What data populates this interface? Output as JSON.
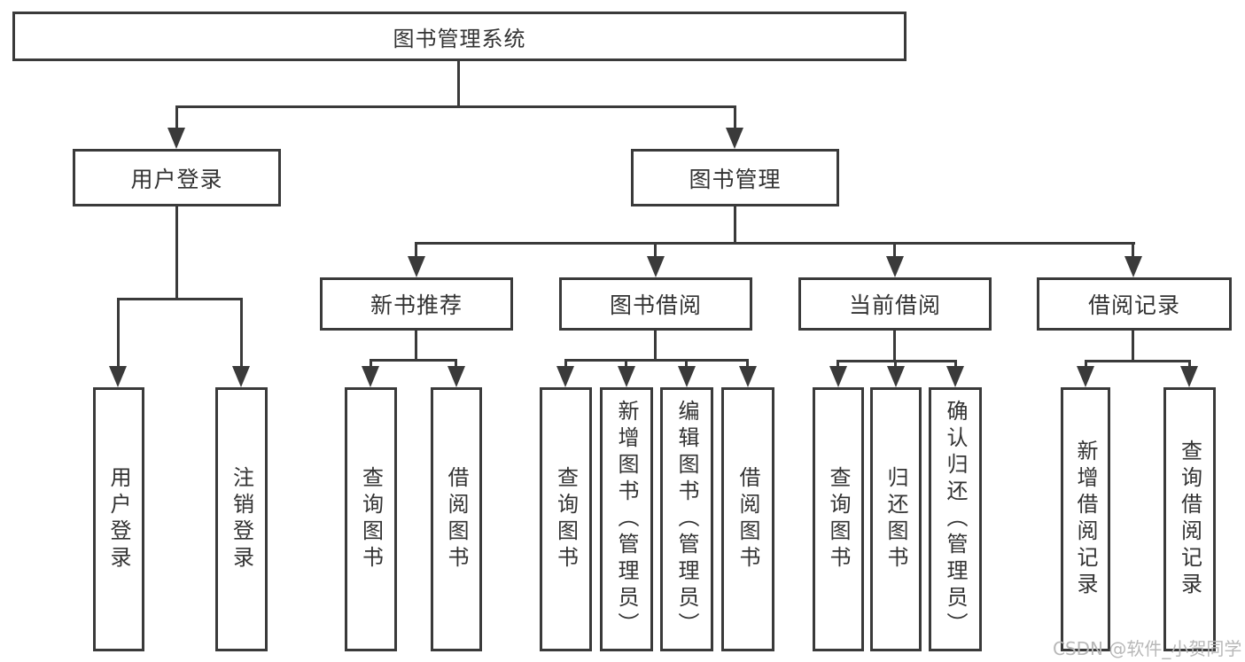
{
  "tree": {
    "root_label": "图书管理系统",
    "branches": [
      {
        "label": "用户登录",
        "children": [
          {
            "label": "用户登录"
          },
          {
            "label": "注销登录"
          }
        ]
      },
      {
        "label": "图书管理",
        "children": [
          {
            "label": "新书推荐",
            "children": [
              {
                "label": "查询图书"
              },
              {
                "label": "借阅图书"
              }
            ]
          },
          {
            "label": "图书借阅",
            "children": [
              {
                "label": "查询图书"
              },
              {
                "label": "新增图书（管理员）"
              },
              {
                "label": "编辑图书（管理员）"
              },
              {
                "label": "借阅图书"
              }
            ]
          },
          {
            "label": "当前借阅",
            "children": [
              {
                "label": "查询图书"
              },
              {
                "label": "归还图书"
              },
              {
                "label": "确认归还（管理员）"
              }
            ]
          },
          {
            "label": "借阅记录",
            "children": [
              {
                "label": "新增借阅记录"
              },
              {
                "label": "查询借阅记录"
              }
            ]
          }
        ]
      }
    ]
  },
  "watermark": {
    "text": "CSDN @软件_小贺同学"
  },
  "colors": {
    "line": "#3a3a3a",
    "text": "#333333",
    "box_background": "#ffffff",
    "watermark": "#b8b8b8",
    "page_background": "#ffffff"
  }
}
